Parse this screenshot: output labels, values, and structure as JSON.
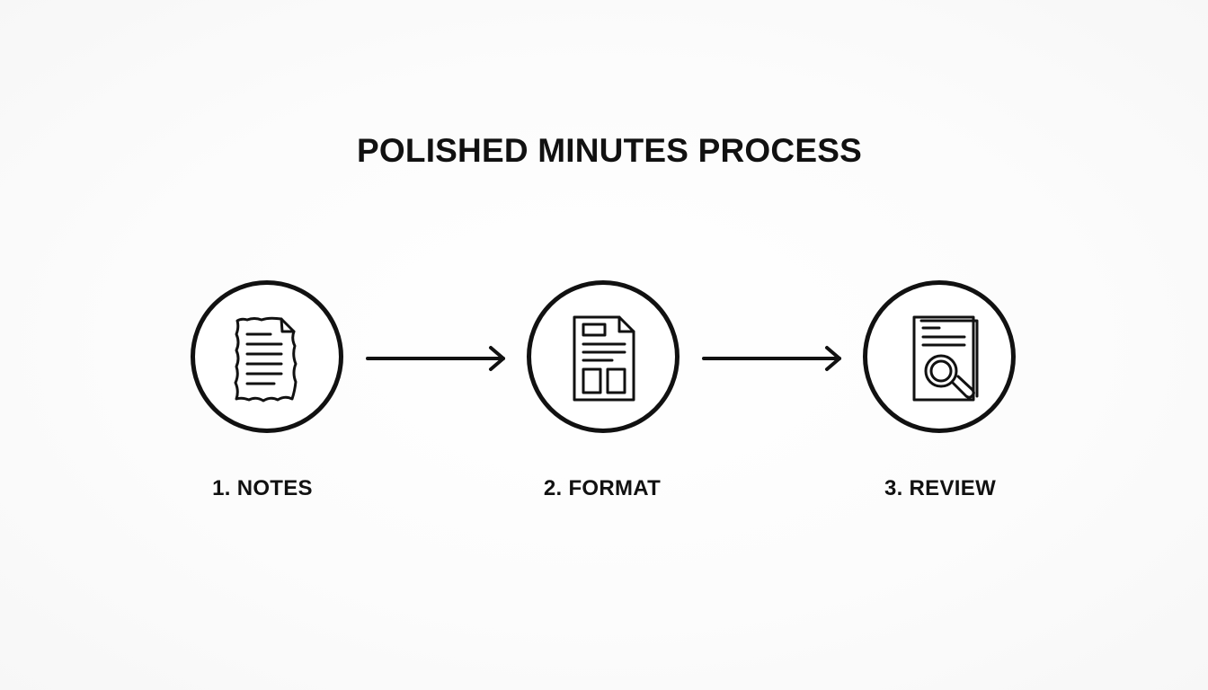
{
  "title": "POLISHED MINUTES PROCESS",
  "steps": [
    {
      "label": "1. NOTES",
      "icon": "crumpled-notes-icon"
    },
    {
      "label": "2. FORMAT",
      "icon": "formatted-document-icon"
    },
    {
      "label": "3. REVIEW",
      "icon": "document-magnifier-icon"
    }
  ],
  "colors": {
    "stroke": "#111111",
    "background": "#fbfbfb"
  }
}
